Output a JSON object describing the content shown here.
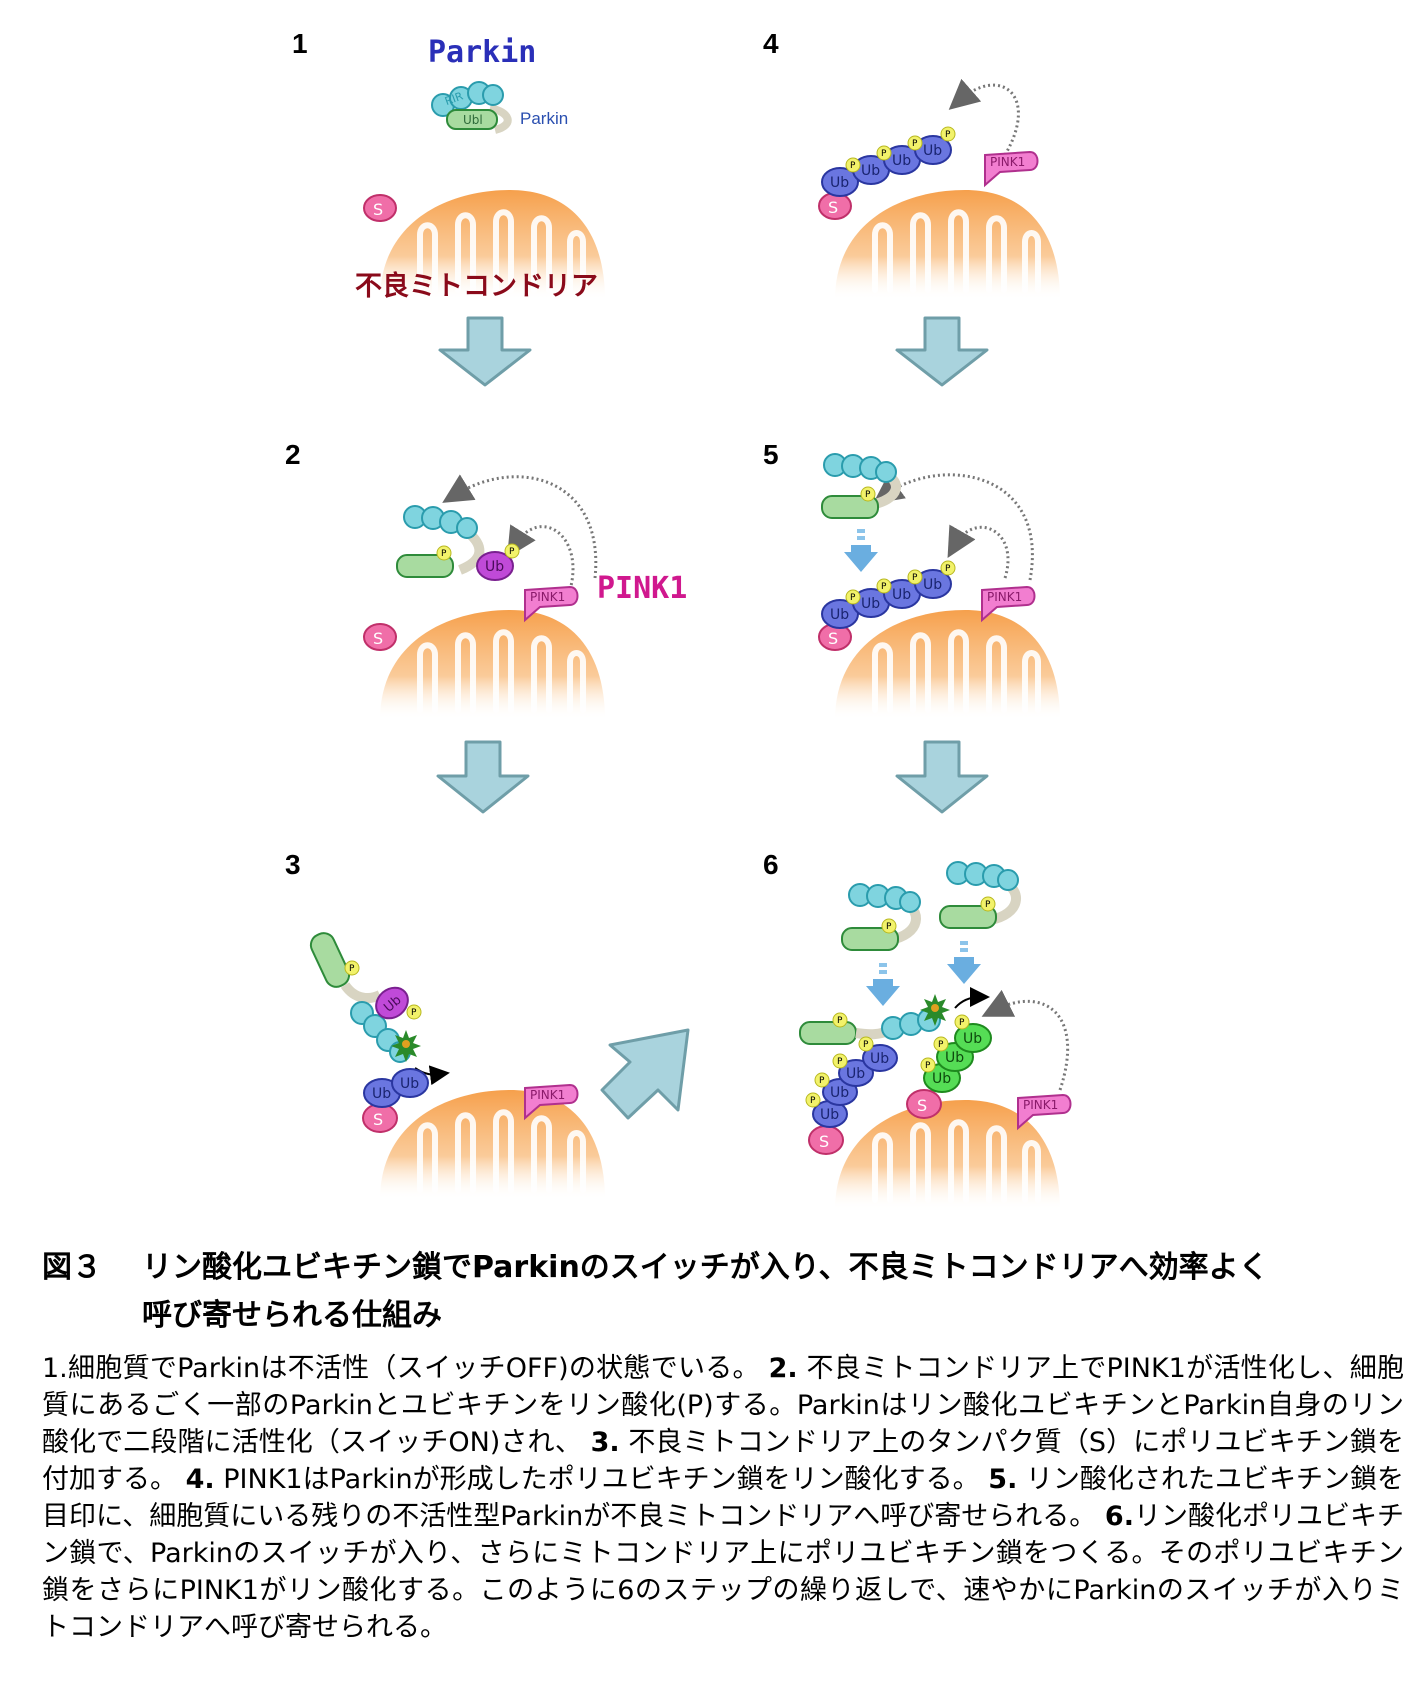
{
  "panels": {
    "p1": "1",
    "p2": "2",
    "p3": "3",
    "p4": "4",
    "p5": "5",
    "p6": "6"
  },
  "labels": {
    "parkin_title": "Parkin",
    "parkin_small": "Parkin",
    "rir": "RIR",
    "ubl": "Ubl",
    "s": "S",
    "p": "P",
    "ub": "Ub",
    "pink1_small": "PINK1",
    "pink1_big": "PINK1",
    "damaged_mito": "不良ミトコンドリア"
  },
  "colors": {
    "mito": "#f6a04c",
    "s_domain": "#f06ea8",
    "ub_phospho": "#6a76e0",
    "ub_parkin": "#c04ad8",
    "ub_new": "#55dd55",
    "pink1": "#f27ed0",
    "parkin_beads": "#7fd4df",
    "ubl": "#a8dba0",
    "phospho": "#f2f26a",
    "big_arrow": "#a9d3dd",
    "title_parkin": "#2a2fb8",
    "title_pink1": "#d0188e",
    "title_mito": "#8a0a1a"
  },
  "caption": {
    "fig_label": "図３",
    "title_line1": "リン酸化ユビキチン鎖でParkinのスイッチが入り、不良ミトコンドリアへ効率よく",
    "title_line2": "呼び寄せられる仕組み"
  },
  "body": {
    "s1_num": "1.",
    "s1": "細胞質でParkinは不活性（スイッチOFF)の状態でいる。",
    "s2_num": "2.",
    "s2": "不良ミトコンドリア上でPINK1が活性化し、細胞質にあるごく一部のParkinとユビキチンをリン酸化(P)する。Parkinはリン酸化ユビキチンとParkin自身のリン酸化で二段階に活性化（スイッチON)され、",
    "s3_num": "3.",
    "s3": "不良ミトコンドリア上のタンパク質（S）にポリユビキチン鎖を付加する。",
    "s4_num": "4.",
    "s4": "PINK1はParkinが形成したポリユビキチン鎖をリン酸化する。",
    "s5_num": "5.",
    "s5": "リン酸化されたユビキチン鎖を目印に、細胞質にいる残りの不活性型Parkinが不良ミトコンドリアへ呼び寄せられる。",
    "s6_num": "6.",
    "s6": "リン酸化ポリユビキチン鎖で、Parkinのスイッチが入り、さらにミトコンドリア上にポリユビキチン鎖をつくる。そのポリユビキチン鎖をさらにPINK1がリン酸化する。このように6のステップの繰り返しで、速やかにParkinのスイッチが入りミトコンドリアへ呼び寄せられる。"
  }
}
